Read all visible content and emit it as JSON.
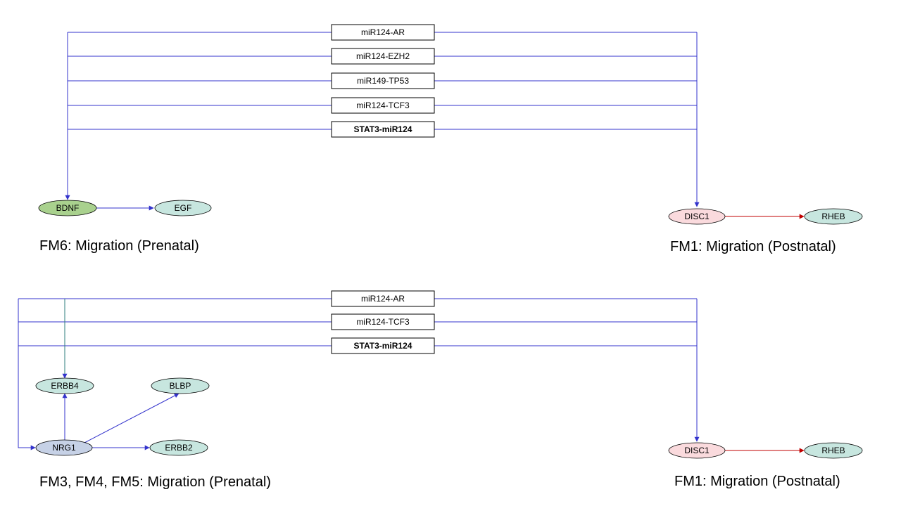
{
  "colors": {
    "edge_blue": "#3333cc",
    "edge_red": "#c00000",
    "node_green": "#a9d18e",
    "node_teal": "#c7e6df",
    "node_pink": "#fadadd",
    "node_lavender": "#c6d1e6",
    "box_border": "#000000"
  },
  "panels": [
    {
      "id": "top",
      "left_title": "FM6: Migration (Prenatal)",
      "right_title": "FM1: Migration (Postnatal)",
      "interactions": [
        {
          "label": "miR124-AR",
          "bold": false
        },
        {
          "label": "miR124-EZH2",
          "bold": false
        },
        {
          "label": "miR149-TP53",
          "bold": false
        },
        {
          "label": "miR124-TCF3",
          "bold": false
        },
        {
          "label": "STAT3-miR124",
          "bold": true
        }
      ],
      "left_nodes": [
        {
          "id": "BDNF",
          "label": "BDNF",
          "color": "node_green"
        },
        {
          "id": "EGF",
          "label": "EGF",
          "color": "node_teal"
        }
      ],
      "right_nodes": [
        {
          "id": "DISC1",
          "label": "DISC1",
          "color": "node_pink"
        },
        {
          "id": "RHEB",
          "label": "RHEB",
          "color": "node_teal"
        }
      ],
      "edges": [
        {
          "from": "BDNF",
          "to": "EGF",
          "color": "edge_blue"
        },
        {
          "from": "DISC1",
          "to": "RHEB",
          "color": "edge_red"
        }
      ]
    },
    {
      "id": "bottom",
      "left_title": "FM3, FM4, FM5: Migration (Prenatal)",
      "right_title": "FM1: Migration (Postnatal)",
      "interactions": [
        {
          "label": "miR124-AR",
          "bold": false
        },
        {
          "label": "miR124-TCF3",
          "bold": false
        },
        {
          "label": "STAT3-miR124",
          "bold": true
        }
      ],
      "left_nodes": [
        {
          "id": "ERBB4",
          "label": "ERBB4",
          "color": "node_teal"
        },
        {
          "id": "BLBP",
          "label": "BLBP",
          "color": "node_teal"
        },
        {
          "id": "NRG1",
          "label": "NRG1",
          "color": "node_lavender"
        },
        {
          "id": "ERBB2",
          "label": "ERBB2",
          "color": "node_teal"
        }
      ],
      "right_nodes": [
        {
          "id": "DISC1",
          "label": "DISC1",
          "color": "node_pink"
        },
        {
          "id": "RHEB",
          "label": "RHEB",
          "color": "node_teal"
        }
      ],
      "edges": [
        {
          "from": "NRG1",
          "to": "ERBB4",
          "color": "edge_blue"
        },
        {
          "from": "NRG1",
          "to": "BLBP",
          "color": "edge_blue"
        },
        {
          "from": "NRG1",
          "to": "ERBB2",
          "color": "edge_blue"
        },
        {
          "from": "DISC1",
          "to": "RHEB",
          "color": "edge_red"
        }
      ]
    }
  ]
}
